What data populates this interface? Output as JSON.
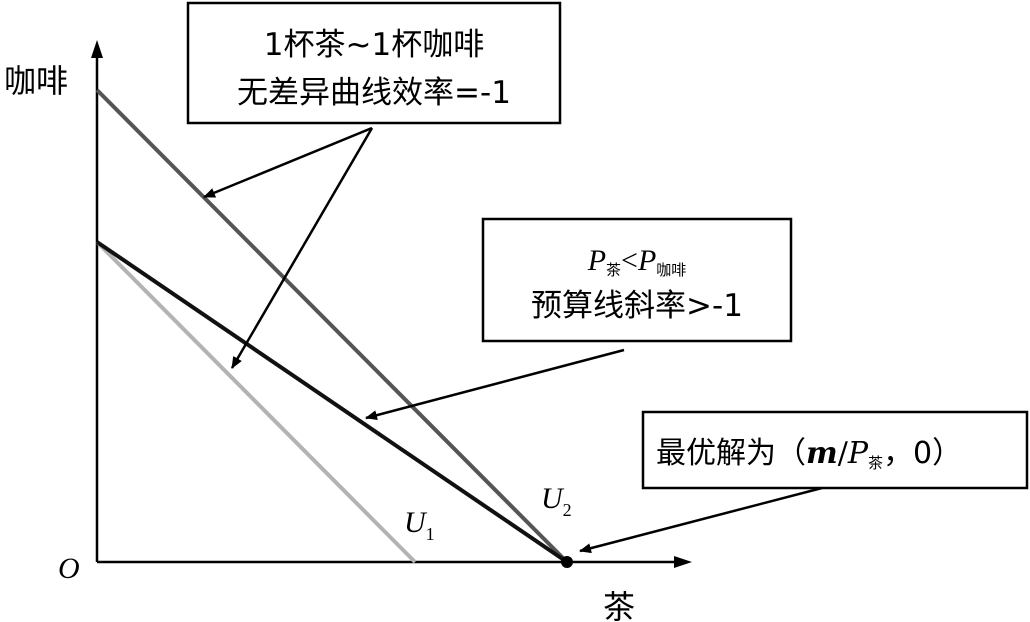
{
  "axes": {
    "y_label": "咖啡",
    "x_label": "茶",
    "origin_label": "O"
  },
  "curves": {
    "u1": {
      "name": "U",
      "sub": "1",
      "color": "#b3b3b3"
    },
    "u2": {
      "name": "U",
      "sub": "2",
      "color": "#555555"
    },
    "budget": {
      "color": "#111111"
    }
  },
  "box_indifference": {
    "line1": "1杯茶~1杯咖啡",
    "line2": "无差异曲线效率=-1"
  },
  "box_price": {
    "p": "P",
    "tea_sub": "茶",
    "lt": "<",
    "coffee_sub": "咖啡",
    "line2": "预算线斜率>-1"
  },
  "box_optimum": {
    "prefix": "最优解为（",
    "m": "m",
    "slash": "/",
    "p": "P",
    "tea_sub": "茶",
    "suffix": "，0）"
  }
}
